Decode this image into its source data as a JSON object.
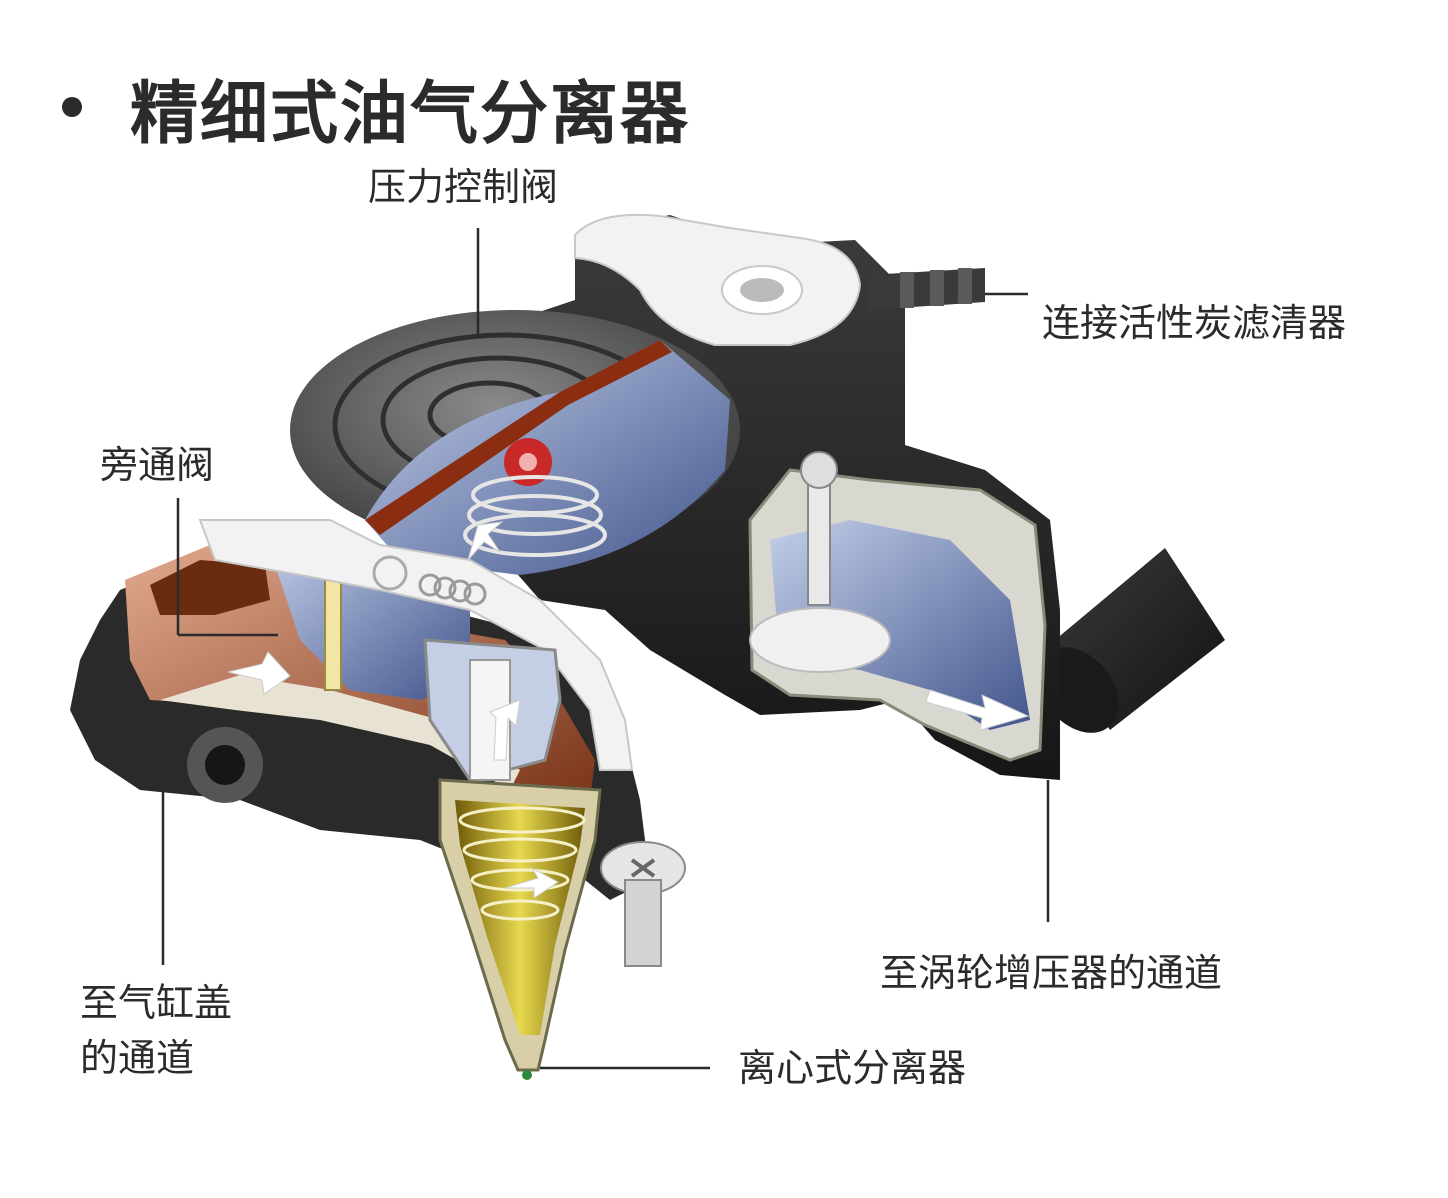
{
  "title": "精细式油气分离器",
  "labels": {
    "pressure_valve": "压力控制阀",
    "carbon_filter": "连接活性炭滤清器",
    "bypass_valve": "旁通阀",
    "cylinder_head_line1": "至气缸盖",
    "cylinder_head_line2": "的通道",
    "turbo_passage": "至涡轮增压器的通道",
    "centrifugal_separator": "离心式分离器"
  }
}
